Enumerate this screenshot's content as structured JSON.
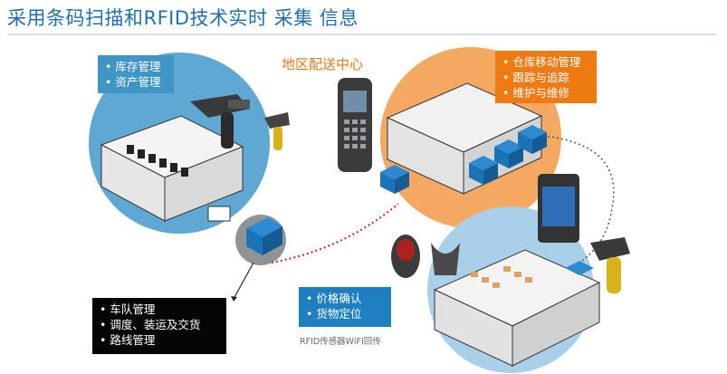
{
  "title": "采用条码扫描和RFID技术实时 采集 信息",
  "distribution_center_label": "地区配送中心",
  "inventory_box": {
    "items": [
      "• 库存管理",
      "• 资产管理"
    ]
  },
  "logistics_box": {
    "items": [
      "• 仓库移动管理",
      "• 跟踪与追踪",
      "• 维护与维修"
    ]
  },
  "fleet_box": {
    "items": [
      "• 车队管理",
      "• 调度、装运及交货",
      "• 路线管理"
    ]
  },
  "retail_box": {
    "items": [
      "• 价格确认",
      "• 货物定位"
    ]
  },
  "footer_note": "RFID传感器WiFI回传",
  "colors": {
    "title": "#1f6fae",
    "circle_blue": "#5fa8d3",
    "circle_orange": "#f5a862",
    "circle_gray": "#b8bcc0",
    "box_orange": "#ee7a12",
    "box_blue": "#3f95c6",
    "box_black": "#050505",
    "truck_blue": "#1b73b8",
    "link_red": "#c0282a"
  }
}
